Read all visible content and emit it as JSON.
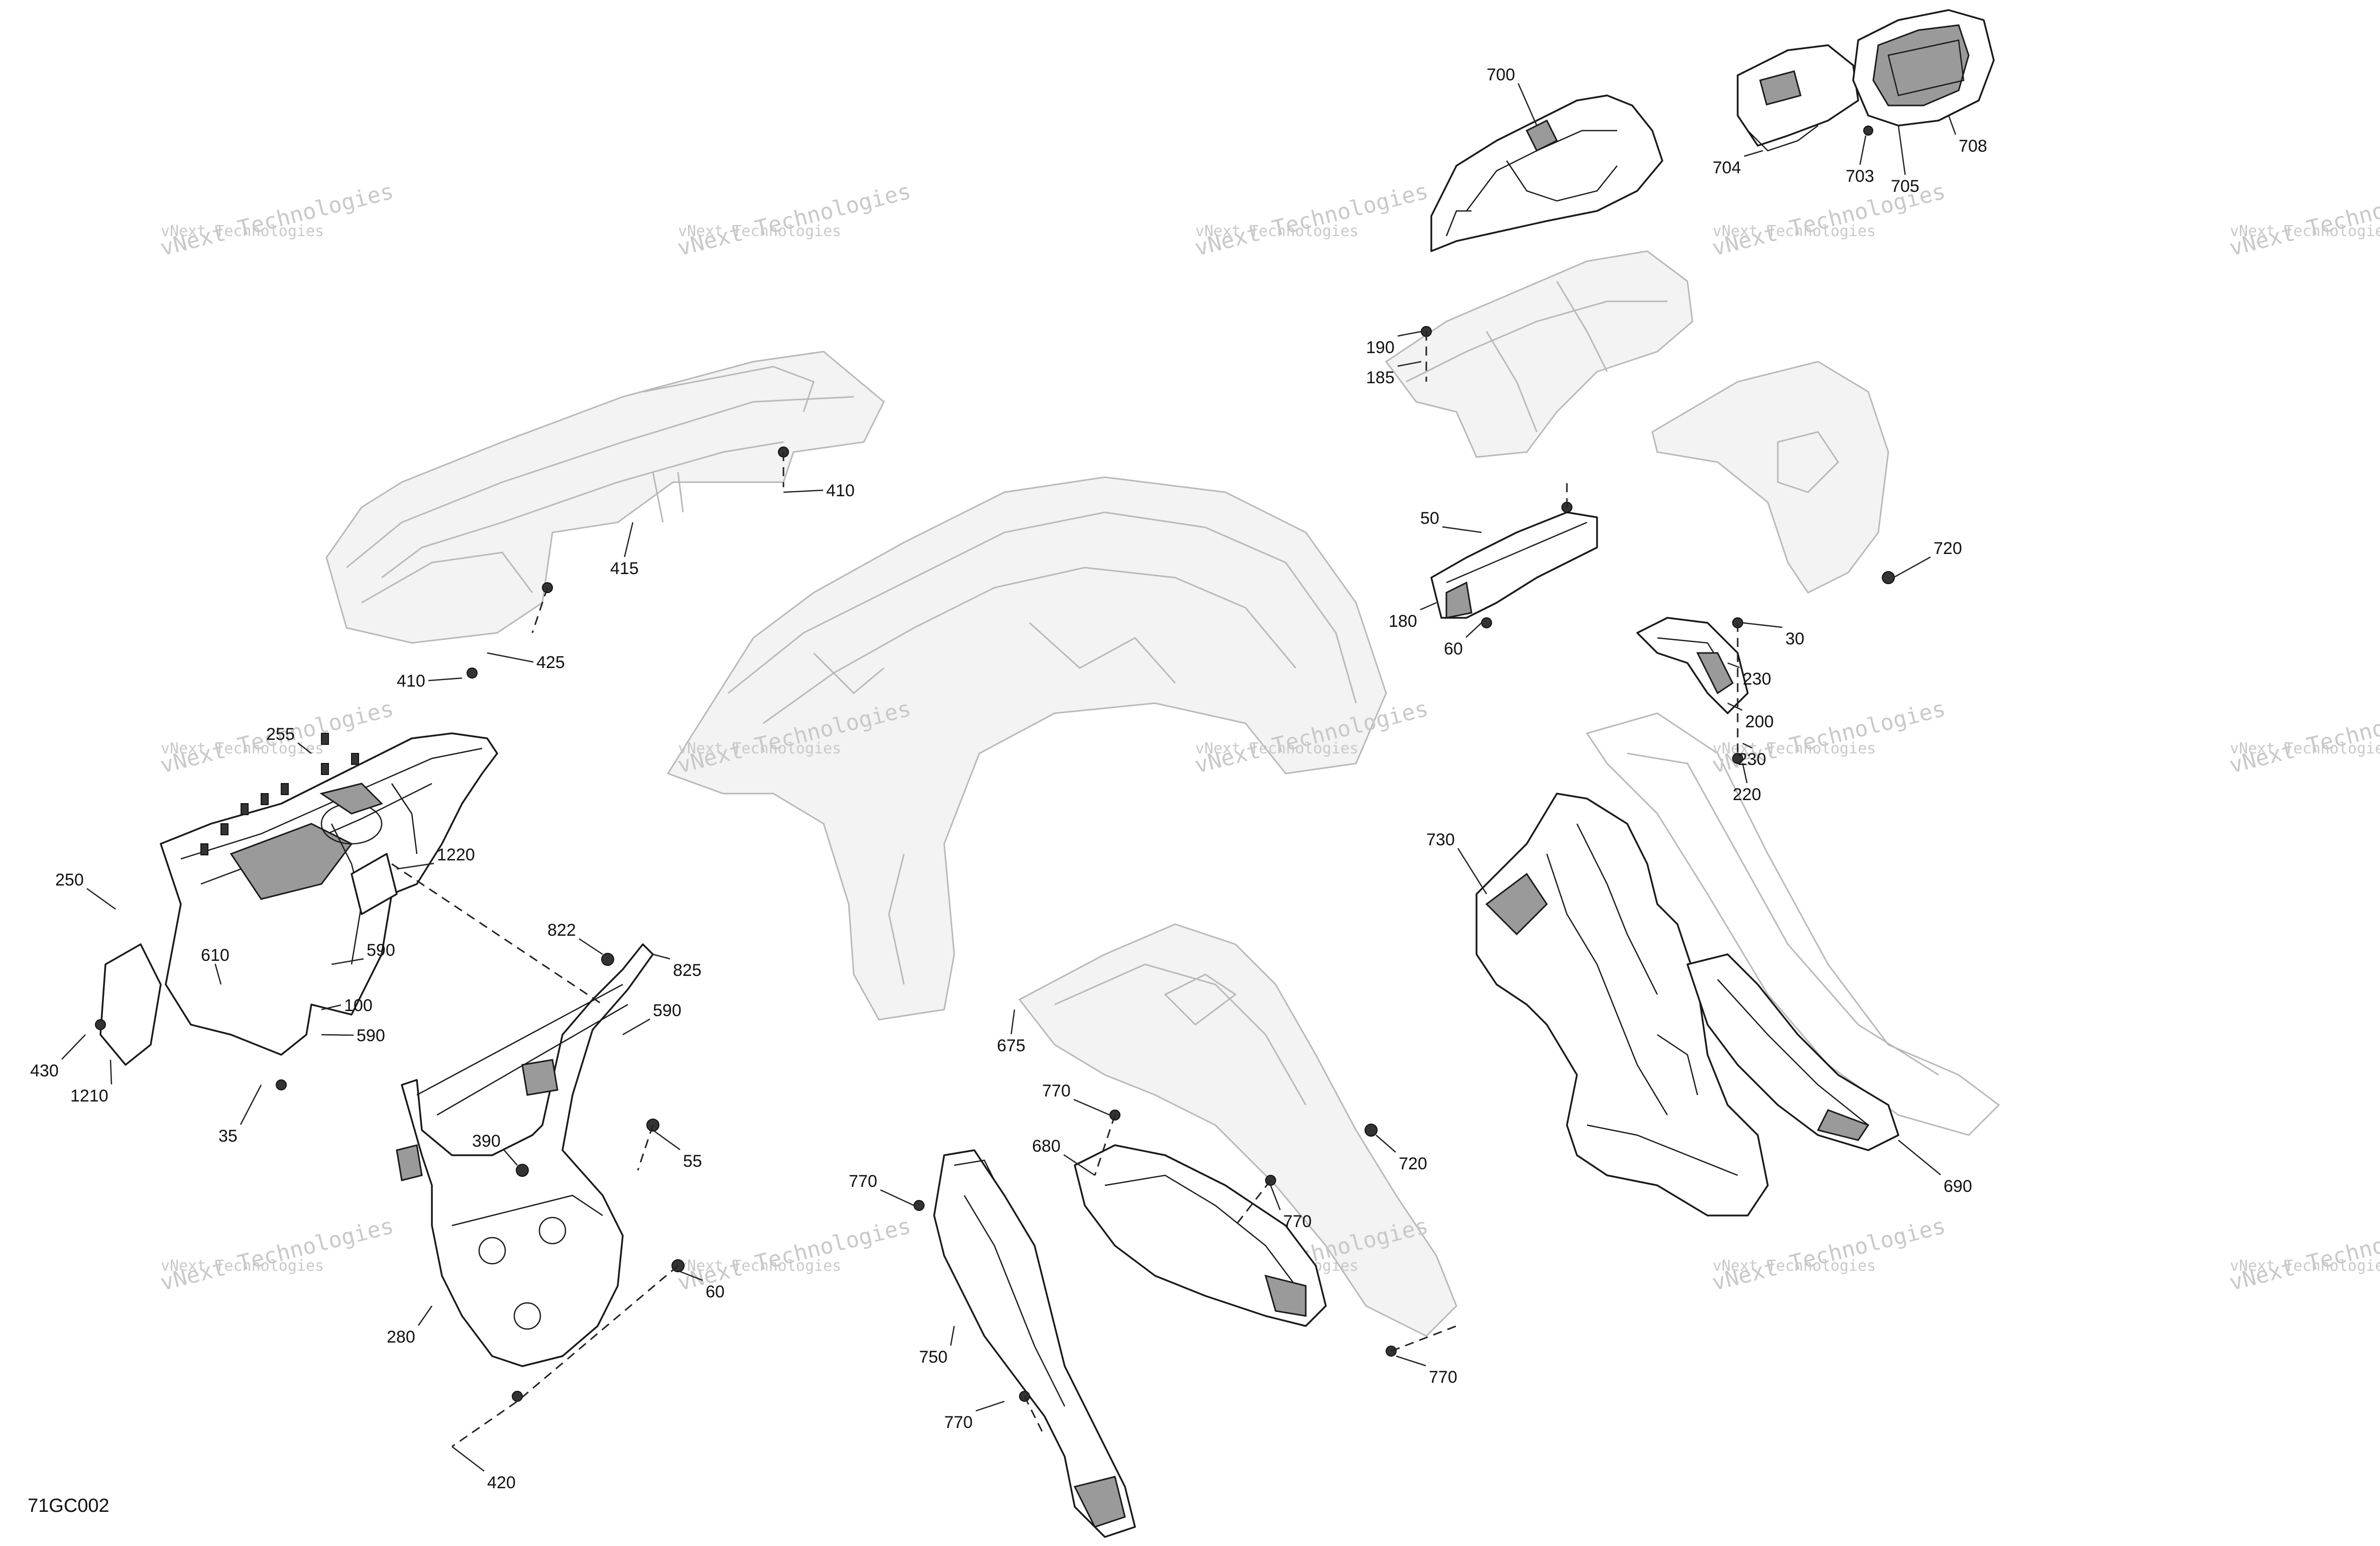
{
  "diagram_code": "71GC002",
  "watermark_text": "vNext Technologies",
  "callouts": [
    {
      "label": "700",
      "name": "callout-700"
    },
    {
      "label": "704",
      "name": "callout-704"
    },
    {
      "label": "703",
      "name": "callout-703"
    },
    {
      "label": "705",
      "name": "callout-705"
    },
    {
      "label": "708",
      "name": "callout-708"
    },
    {
      "label": "190",
      "name": "callout-190"
    },
    {
      "label": "185",
      "name": "callout-185"
    },
    {
      "label": "410",
      "name": "callout-410-top"
    },
    {
      "label": "415",
      "name": "callout-415"
    },
    {
      "label": "425",
      "name": "callout-425"
    },
    {
      "label": "410",
      "name": "callout-410-bottom"
    },
    {
      "label": "50",
      "name": "callout-50"
    },
    {
      "label": "180",
      "name": "callout-180"
    },
    {
      "label": "60",
      "name": "callout-60-bracket"
    },
    {
      "label": "720",
      "name": "callout-720-top"
    },
    {
      "label": "30",
      "name": "callout-30"
    },
    {
      "label": "230",
      "name": "callout-230-upper"
    },
    {
      "label": "200",
      "name": "callout-200"
    },
    {
      "label": "230",
      "name": "callout-230-lower"
    },
    {
      "label": "220",
      "name": "callout-220"
    },
    {
      "label": "255",
      "name": "callout-255"
    },
    {
      "label": "250",
      "name": "callout-250"
    },
    {
      "label": "1220",
      "name": "callout-1220"
    },
    {
      "label": "610",
      "name": "callout-610"
    },
    {
      "label": "590",
      "name": "callout-590-a"
    },
    {
      "label": "100",
      "name": "callout-100"
    },
    {
      "label": "590",
      "name": "callout-590-b"
    },
    {
      "label": "430",
      "name": "callout-430"
    },
    {
      "label": "1210",
      "name": "callout-1210"
    },
    {
      "label": "35",
      "name": "callout-35"
    },
    {
      "label": "822",
      "name": "callout-822"
    },
    {
      "label": "825",
      "name": "callout-825"
    },
    {
      "label": "590",
      "name": "callout-590-c"
    },
    {
      "label": "390",
      "name": "callout-390"
    },
    {
      "label": "55",
      "name": "callout-55"
    },
    {
      "label": "60",
      "name": "callout-60-rack"
    },
    {
      "label": "280",
      "name": "callout-280"
    },
    {
      "label": "420",
      "name": "callout-420"
    },
    {
      "label": "730",
      "name": "callout-730"
    },
    {
      "label": "675",
      "name": "callout-675"
    },
    {
      "label": "770",
      "name": "callout-770-a"
    },
    {
      "label": "680",
      "name": "callout-680"
    },
    {
      "label": "720",
      "name": "callout-720-bottom"
    },
    {
      "label": "770",
      "name": "callout-770-b"
    },
    {
      "label": "770",
      "name": "callout-770-c"
    },
    {
      "label": "750",
      "name": "callout-750"
    },
    {
      "label": "770",
      "name": "callout-770-d"
    },
    {
      "label": "770",
      "name": "callout-770-e"
    },
    {
      "label": "690",
      "name": "callout-690"
    }
  ],
  "colors": {
    "line": "#1a1a1a",
    "ghost_line": "#b9b9b9",
    "watermark": "#c9c9c9",
    "shade": "#9a9a9a",
    "background": "#ffffff"
  }
}
